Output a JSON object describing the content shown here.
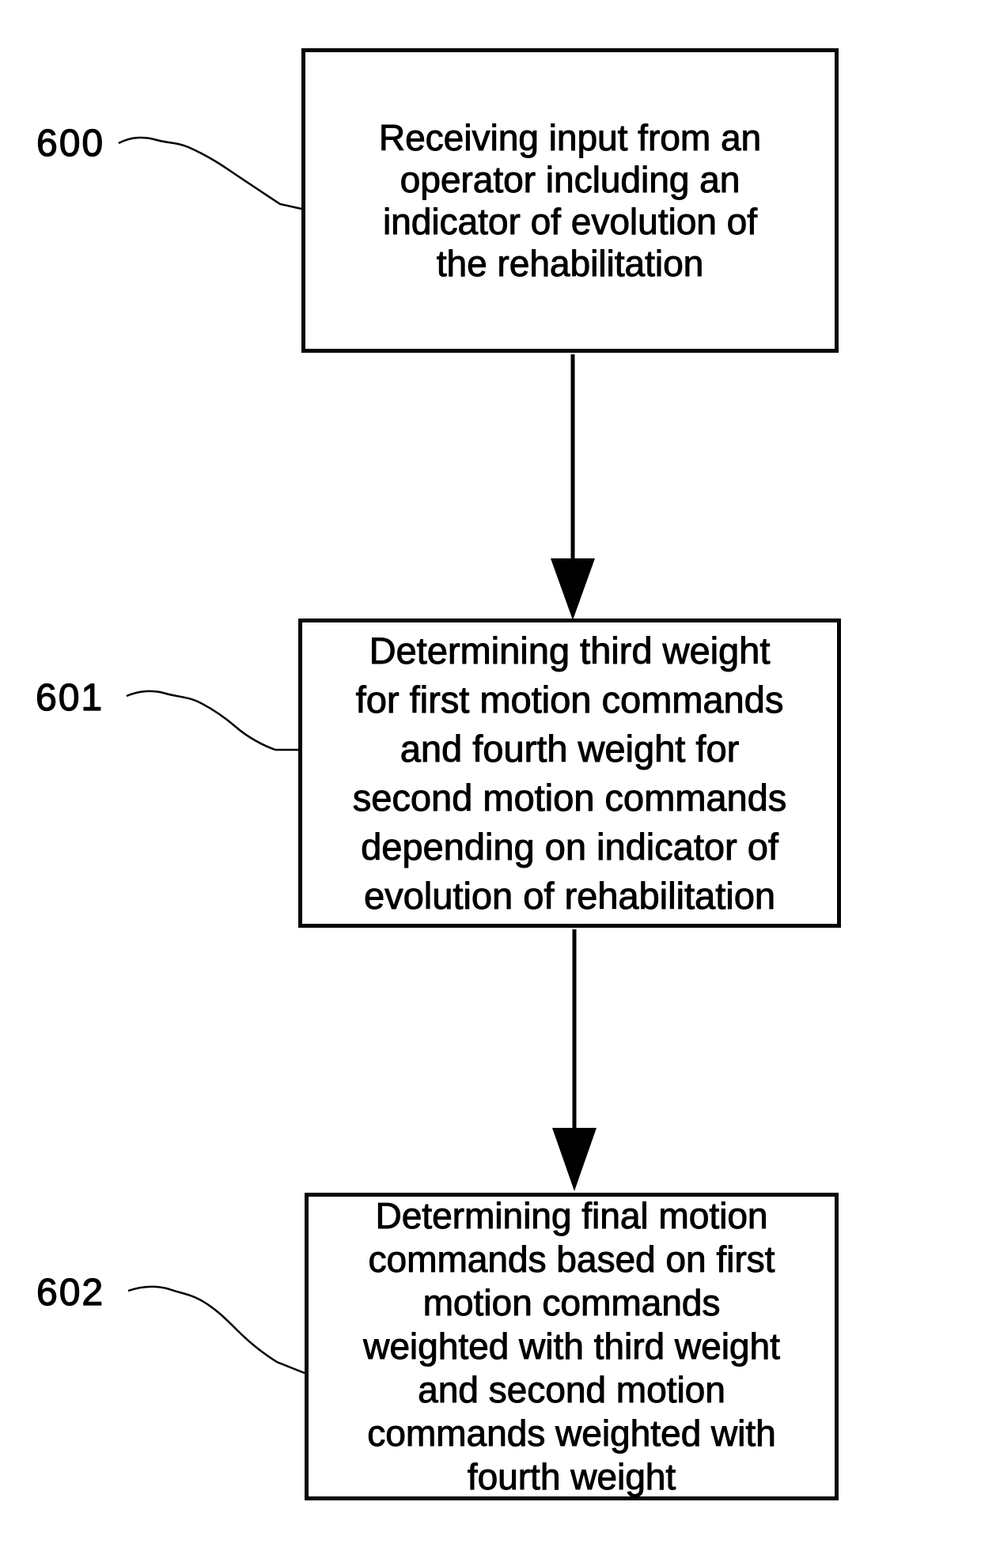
{
  "figure": {
    "type": "flowchart",
    "background_color": "#ffffff",
    "ink_color": "#000000",
    "reference_labels": [
      {
        "ref": "600",
        "text": "600"
      },
      {
        "ref": "601",
        "text": "601"
      },
      {
        "ref": "602",
        "text": "602"
      }
    ],
    "steps": [
      {
        "ref": "600",
        "text": "Receiving input from an operator including an indicator of evolution of the rehabilitation",
        "lines": [
          "Receiving input from an",
          "operator including an",
          "indicator of evolution of",
          "the rehabilitation"
        ]
      },
      {
        "ref": "601",
        "text": "Determining third weight for first motion commands and fourth weight for second motion commands depending on indicator of evolution of rehabilitation",
        "lines": [
          "Determining third weight",
          "for first motion commands",
          "and fourth weight for",
          "second motion commands",
          "depending on indicator of",
          "evolution of rehabilitation"
        ]
      },
      {
        "ref": "602",
        "text": "Determining final motion commands based on first motion commands weighted with third weight and second motion commands weighted with fourth weight",
        "lines": [
          "Determining final motion",
          "commands based on first",
          "motion commands",
          "weighted with third weight",
          "and second motion",
          "commands weighted with",
          "fourth weight"
        ]
      }
    ],
    "connectors": [
      {
        "from": "600",
        "to": "601",
        "type": "arrow-down"
      },
      {
        "from": "601",
        "to": "602",
        "type": "arrow-down"
      }
    ]
  }
}
